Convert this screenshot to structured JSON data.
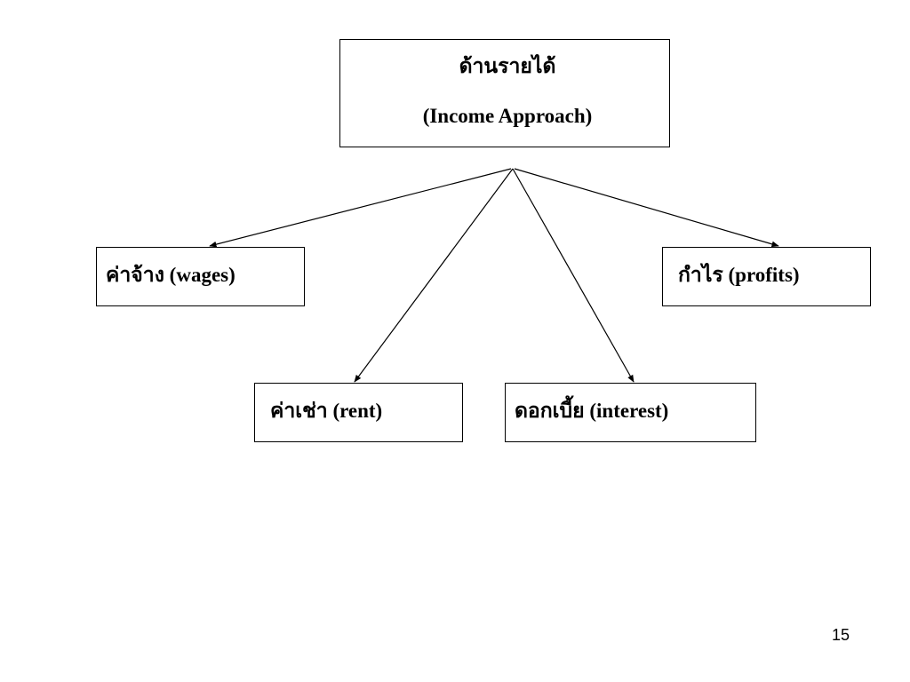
{
  "diagram": {
    "root": {
      "line1": "ด้านรายได้",
      "line2": "(Income Approach)"
    },
    "nodes": [
      {
        "id": "wages",
        "label": "ค่าจ้าง (wages)"
      },
      {
        "id": "profits",
        "label": "กำไร (profits)"
      },
      {
        "id": "rent",
        "label": "ค่าเช่า (rent)"
      },
      {
        "id": "interest",
        "label": "ดอกเบี้ย (interest)"
      }
    ],
    "edges": [
      {
        "from": "root",
        "to": "wages"
      },
      {
        "from": "root",
        "to": "rent"
      },
      {
        "from": "root",
        "to": "interest"
      },
      {
        "from": "root",
        "to": "profits"
      }
    ]
  },
  "footer": {
    "page_number": "15"
  }
}
